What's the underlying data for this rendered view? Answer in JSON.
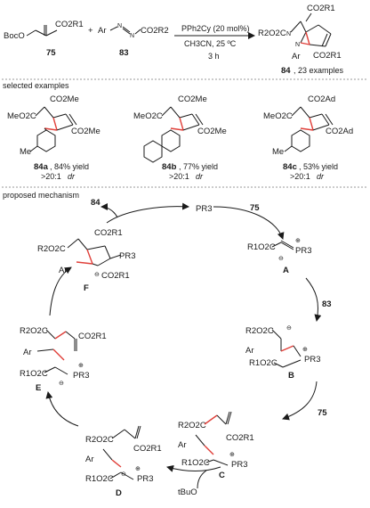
{
  "scheme": {
    "reagent_75": "BocO",
    "ester_r1": "CO2R1",
    "plus": "+",
    "azo_ar": "Ar",
    "azo_n1": "N",
    "azo_n2": "N",
    "ester_r2": "CO2R2",
    "label_75": "75",
    "label_83": "83",
    "conditions_top": "PPh2Cy (20 mol%)",
    "conditions_mid": "CH3CN, 25 ºC",
    "conditions_bot": "3 h",
    "product_r2": "R2O2C",
    "product_n1": "N",
    "product_n2": "N",
    "product_ar": "Ar",
    "product_co2r1_top": "CO2R1",
    "product_co2r1_bot": "CO2R1",
    "product_label": "84",
    "product_examples": ", 23 examples"
  },
  "examples": {
    "heading": "selected examples",
    "items": [
      {
        "ester_top": "CO2Me",
        "left_group": "MeO2C",
        "ester_bot": "CO2Me",
        "label": "84a",
        "yield": ", 84% yield",
        "dr": ">20:1",
        "dr_unit": "dr",
        "sub": "Me"
      },
      {
        "ester_top": "CO2Me",
        "left_group": "MeO2C",
        "ester_bot": "CO2Me",
        "label": "84b",
        "yield": ", 77% yield",
        "dr": ">20:1",
        "dr_unit": "dr",
        "sub": ""
      },
      {
        "ester_top": "CO2Ad",
        "left_group": "MeO2C",
        "ester_bot": "CO2Ad",
        "label": "84c",
        "yield": ", 53% yield",
        "dr": ">20:1",
        "dr_unit": "dr",
        "sub": "Me"
      }
    ]
  },
  "mechanism": {
    "heading": "proposed mechanism",
    "catalyst": "PR3",
    "in_75": "75",
    "in_83": "83",
    "in_75b": "75",
    "out_84": "84",
    "tbuo": "tBuO",
    "intermediates": {
      "A": {
        "label": "A",
        "ester": "R1O2C",
        "p": "PR3"
      },
      "B": {
        "label": "B",
        "top": "R2O2C",
        "ar": "Ar",
        "ester": "R1O2C",
        "p": "PR3"
      },
      "C": {
        "label": "C",
        "top": "R2O2C",
        "ar": "Ar",
        "ester": "R1O2C",
        "ester2": "CO2R1",
        "p": "PR3"
      },
      "D": {
        "label": "D",
        "top": "R2O2C",
        "ar": "Ar",
        "ester": "R1O2C",
        "ester2": "CO2R1",
        "p": "PR3"
      },
      "E": {
        "label": "E",
        "top": "R2O2C",
        "ar": "Ar",
        "ester": "R1O2C",
        "ester2": "CO2R1",
        "p": "PR3"
      },
      "F": {
        "label": "F",
        "left": "R2O2C",
        "ar": "Ar",
        "ester_top": "CO2R1",
        "ester_bot": "CO2R1",
        "p": "PR3"
      }
    }
  }
}
